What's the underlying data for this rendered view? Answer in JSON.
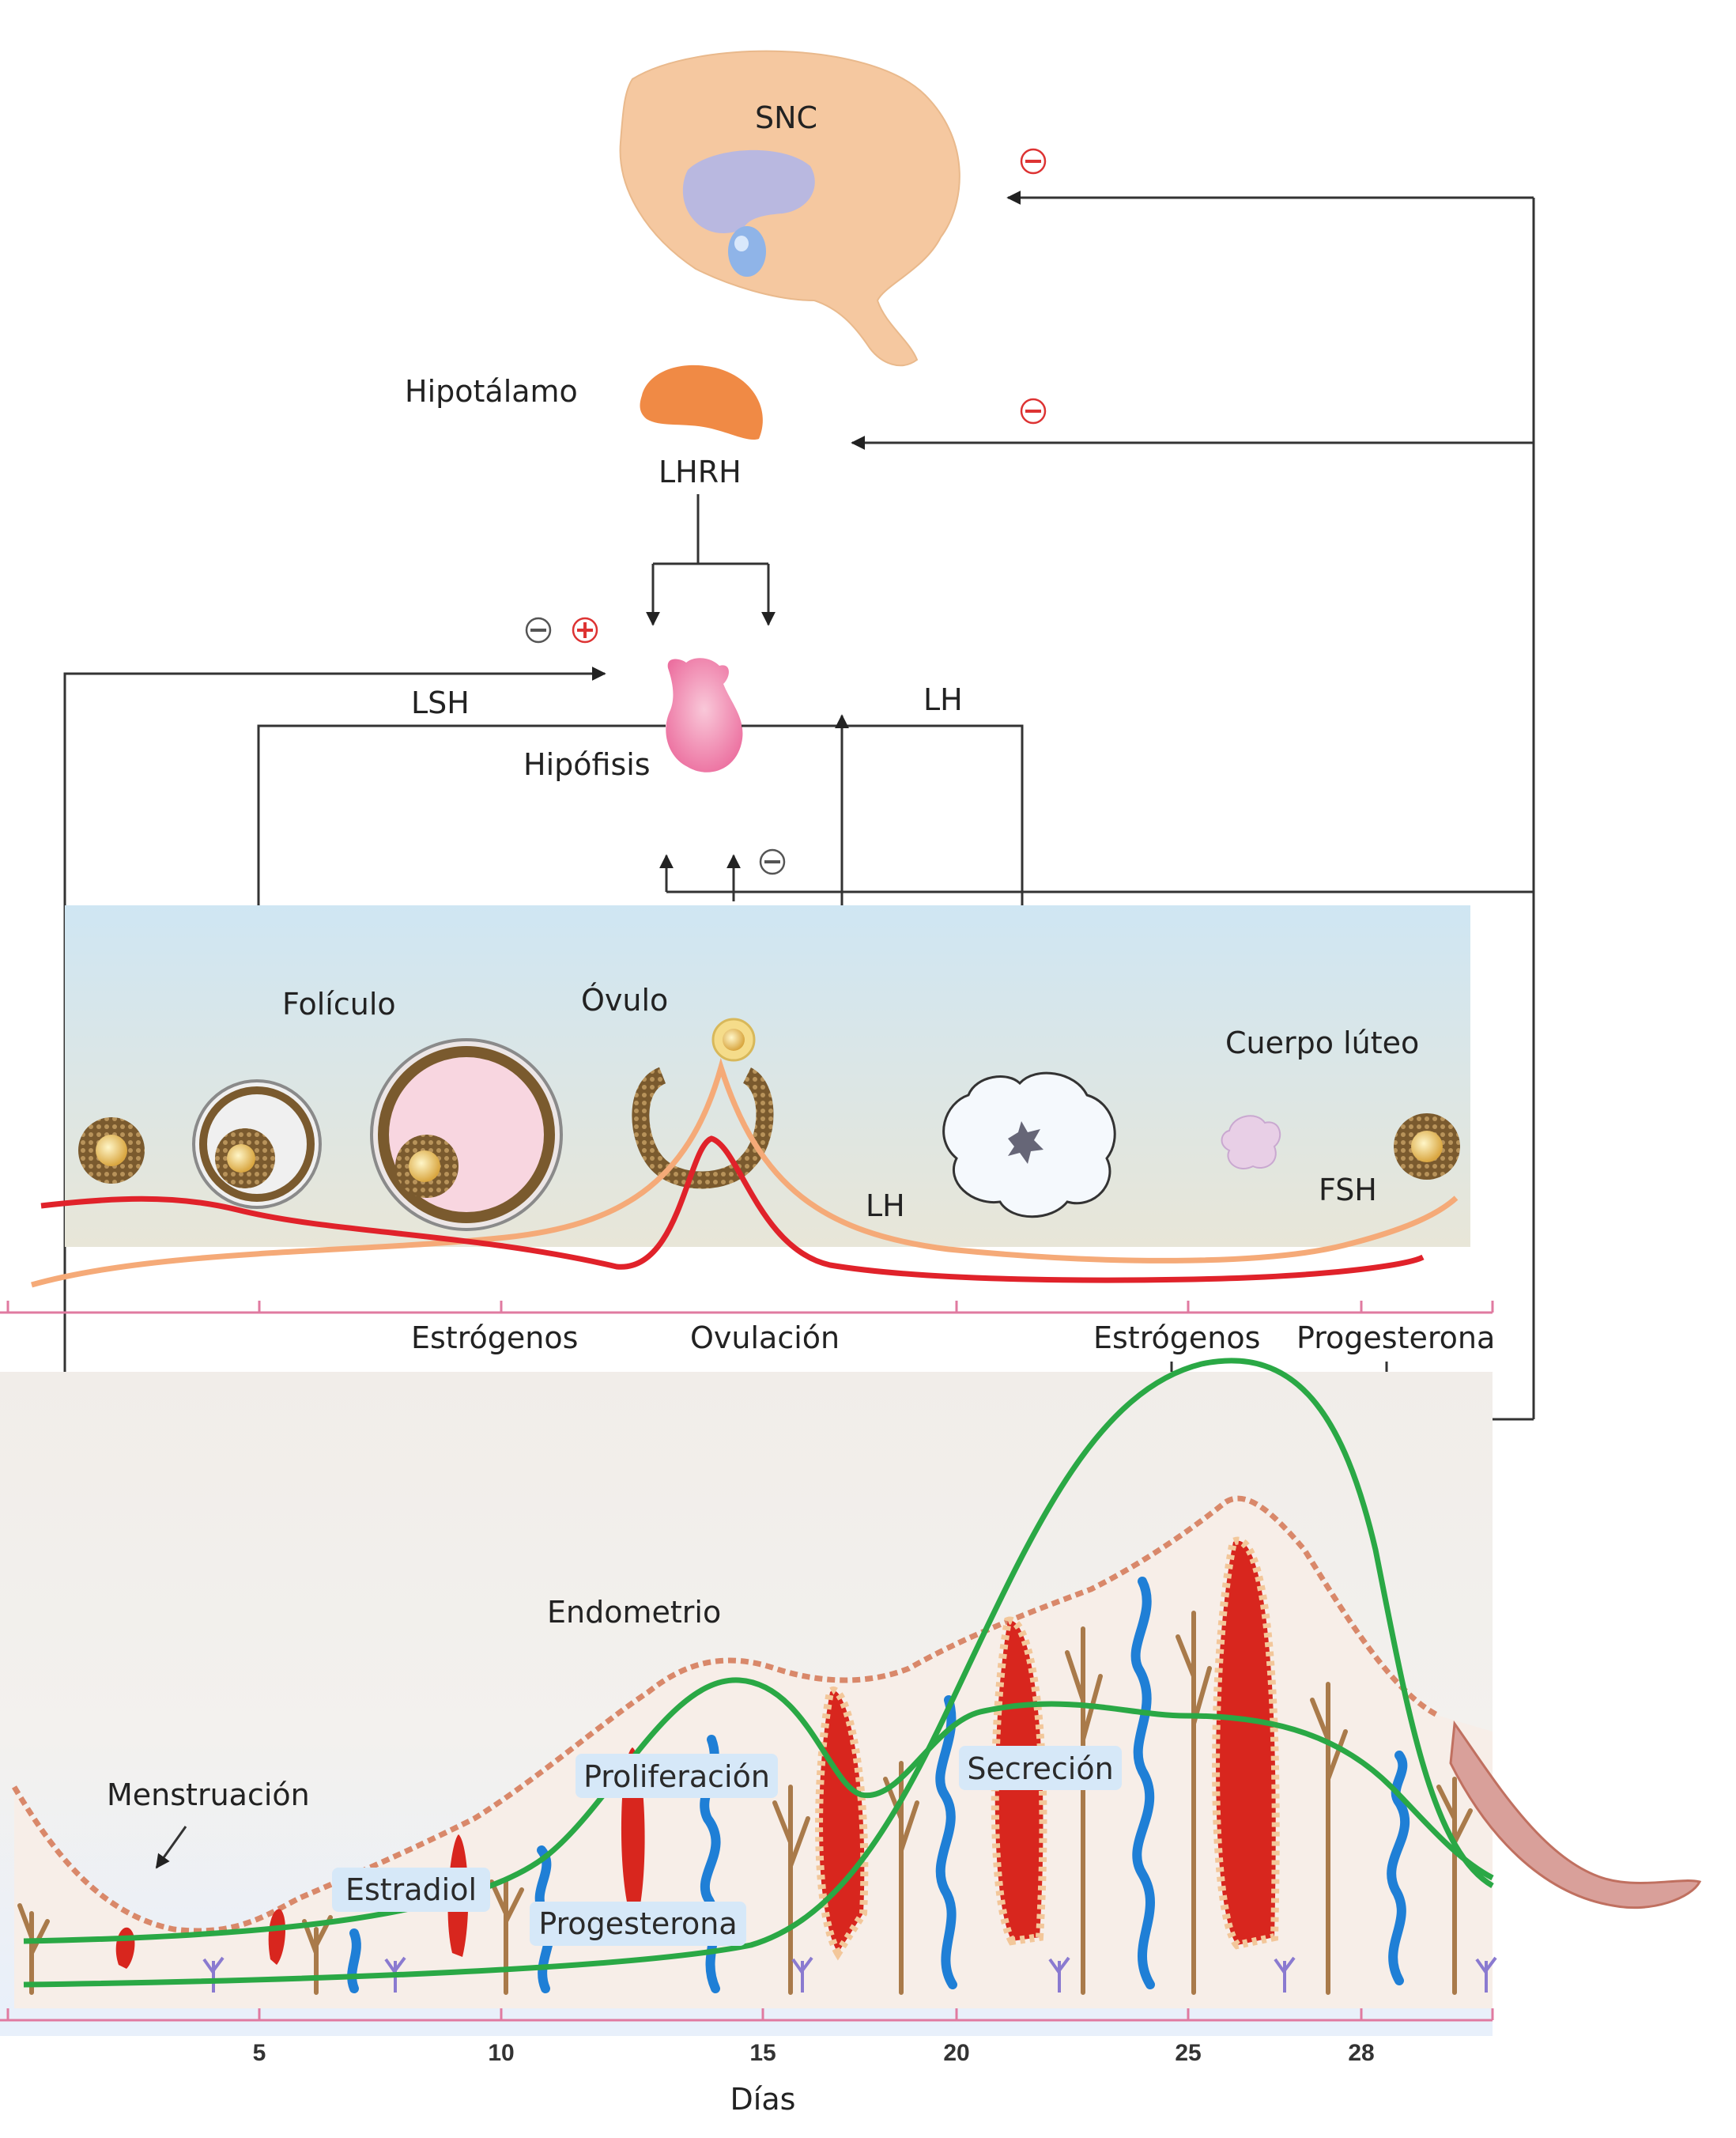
{
  "labels": {
    "snc": "SNC",
    "hipotalamo": "Hipotálamo",
    "lhrh": "LHRH",
    "lsh": "LSH",
    "lh_top": "LH",
    "hipofisis": "Hipófisis",
    "foliculo": "Folículo",
    "ovulo": "Óvulo",
    "cuerpo_luteo": "Cuerpo lúteo",
    "lh_curve": "LH",
    "fsh_curve": "FSH",
    "estrogenos_1": "Estrógenos",
    "ovulacion": "Ovulación",
    "estrogenos_2": "Estrógenos",
    "progesterona_top": "Progesterona",
    "endometrio": "Endometrio",
    "menstruacion": "Menstruación",
    "proliferacion": "Proliferación",
    "secrecion": "Secreción",
    "estradiol": "Estradiol",
    "progesterona_pill": "Progesterona",
    "dias": "Días"
  },
  "signs": {
    "minus": "−",
    "plus": "+"
  },
  "day_ticks": [
    "5",
    "10",
    "15",
    "20",
    "25",
    "28"
  ],
  "colors": {
    "brain": "#f5c8a0",
    "hypothalamus": "#f08a45",
    "pituitary": "#ef86ae",
    "ovary_band": "#cfe6f3",
    "endometrium_bg": "#f0ece8",
    "lh_curve": "#e0222a",
    "fsh_curve": "#f5aa78",
    "hormone_curve": "#2aa845",
    "gland_red": "#d8261e",
    "vessel_blue": "#1f7fd6",
    "gland_brown": "#a97a4a",
    "pill_bg": "#d6e8f8",
    "axis": "#e07aa0"
  }
}
